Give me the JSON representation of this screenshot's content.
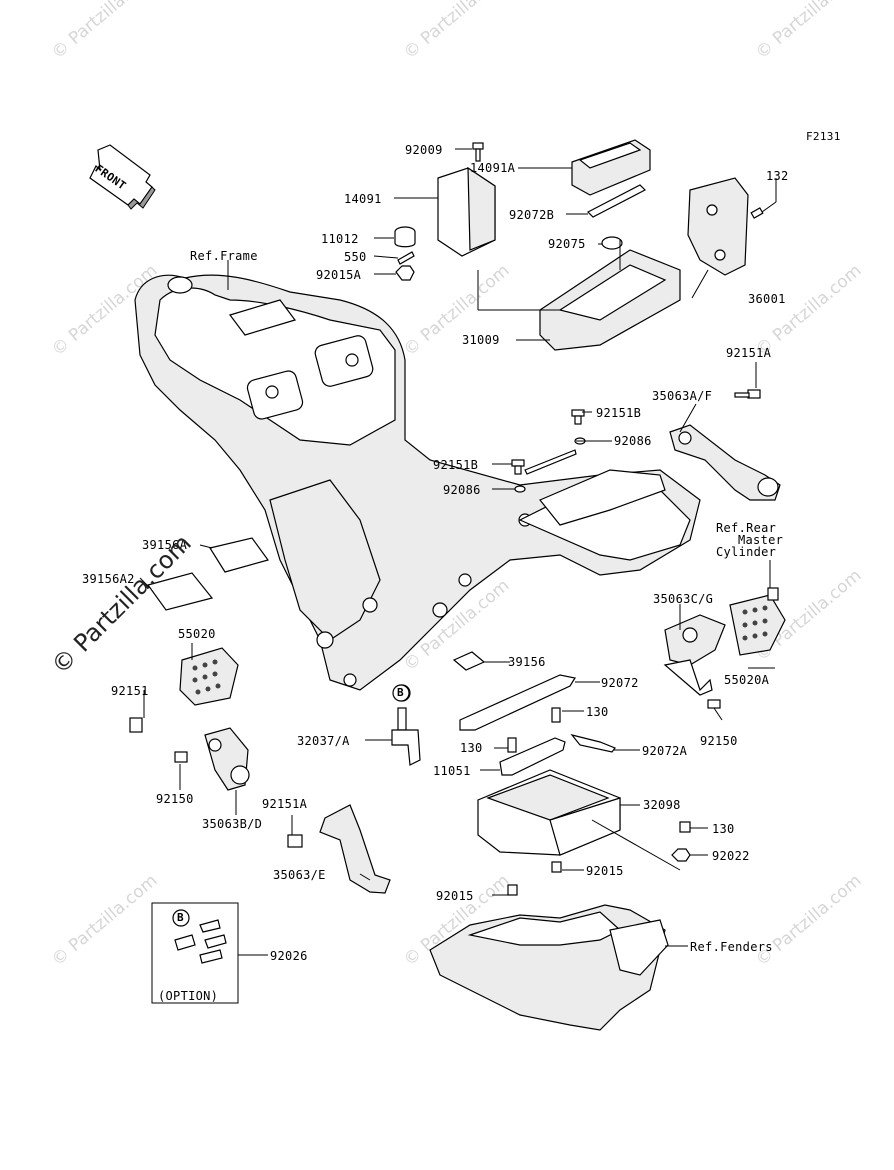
{
  "diagram": {
    "figure_code": "F2131",
    "front_label": "FRONT",
    "option_label": "(OPTION)",
    "ref_b": "B",
    "watermark": "© Partzilla.com",
    "watermark_big": "© Partzilla.com",
    "labels": {
      "p92009": "92009",
      "p14091A": "14091A",
      "p14091": "14091",
      "p92072B": "92072B",
      "p132": "132",
      "p11012": "11012",
      "p550": "550",
      "p92075": "92075",
      "p92015A": "92015A",
      "p36001": "36001",
      "p31009": "31009",
      "p92151A_top": "92151A",
      "p35063AF": "35063A/F",
      "p92151B_1": "92151B",
      "p92086_1": "92086",
      "p92151B_2": "92151B",
      "p92086_2": "92086",
      "p39156A": "39156A",
      "p39156A2": "39156A2",
      "p35063CG": "35063C/G",
      "p55020": "55020",
      "p39156": "39156",
      "p92072": "92072",
      "p55020A": "55020A",
      "p92151": "92151",
      "p130_a": "130",
      "p32037A": "32037/A",
      "p130_b": "130",
      "p92072A": "92072A",
      "p92150_r": "92150",
      "p92150_l": "92150",
      "p11051": "11051",
      "p32098": "32098",
      "p35063BD": "35063B/D",
      "p92151A_bot": "92151A",
      "p130_c": "130",
      "p92022": "92022",
      "p35063E": "35063/E",
      "p92015_r": "92015",
      "p92015_l": "92015",
      "p92026": "92026",
      "ref_frame": "Ref.Frame",
      "ref_rear_1": "Ref.Rear",
      "ref_rear_2": "Master",
      "ref_rear_3": "Cylinder",
      "ref_fenders": "Ref.Fenders"
    }
  }
}
